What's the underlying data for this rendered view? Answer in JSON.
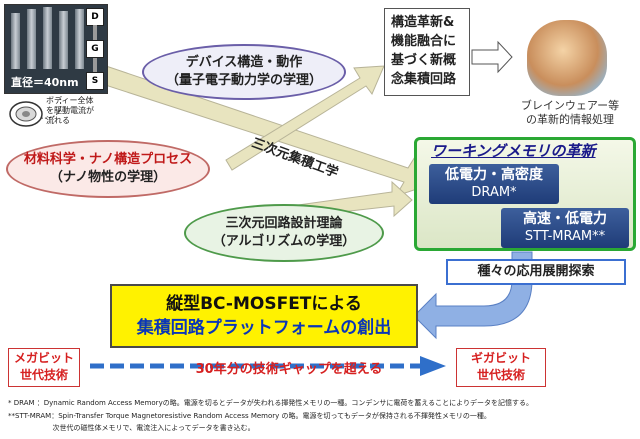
{
  "micro_image": {
    "diameter_label": "直径＝40nm",
    "labels": [
      "D",
      "G",
      "S"
    ],
    "callout": [
      "ボディー全体",
      "を駆動電流が",
      "流れる"
    ]
  },
  "device_bubble": [
    "デバイス構造・動作",
    "（量子電子動力学の学理）"
  ],
  "materials_bubble": [
    "材料科学・ナノ構造プロセス",
    "（ナノ物性の学理）"
  ],
  "circuit_bubble": [
    "三次元回路設計理論",
    "（アルゴリズムの学理）"
  ],
  "integration_label": "三次元集積工学",
  "concept_box": [
    "構造革新&",
    "機能融合に",
    "基づく新概",
    "念集積回路"
  ],
  "brain_caption": [
    "ブレインウェアー等",
    "の革新的情報処理"
  ],
  "working_memory": {
    "title": "ワーキングメモリの革新",
    "dram": [
      "低電力・高密度",
      "DRAM*"
    ],
    "mram": [
      "高速・低電力",
      "STT-MRAM**"
    ]
  },
  "application_box": "種々の応用展開探索",
  "core_box": [
    "縦型BC-MOSFETによる",
    "集積回路プラットフォームの創出"
  ],
  "megabit_box": [
    "メガビット",
    "世代技術"
  ],
  "gap_text": "30年分の技術ギャップを超える",
  "gigabit_box": [
    "ギガビット",
    "世代技術"
  ],
  "footnotes": [
    "*  DRAM        ：Dynamic Random Access Memoryの略。電源を切るとデータが失われる揮発性メモリの一種。コンデンサに電荷を蓄えることによりデータを記憶する。",
    "**STT-MRAM：Spin-Transfer Torque Magnetoresistive Random Access Memory の略。電源を切ってもデータが保持される不揮発性メモリの一種。",
    "                    次世代の磁性体メモリで、電流注入によってデータを書き込む。"
  ],
  "colors": {
    "yellow": "#fff200",
    "red": "#d62020",
    "green": "#2aa834",
    "navy": "#1f3c78",
    "arrow": "#e8e4bf"
  }
}
